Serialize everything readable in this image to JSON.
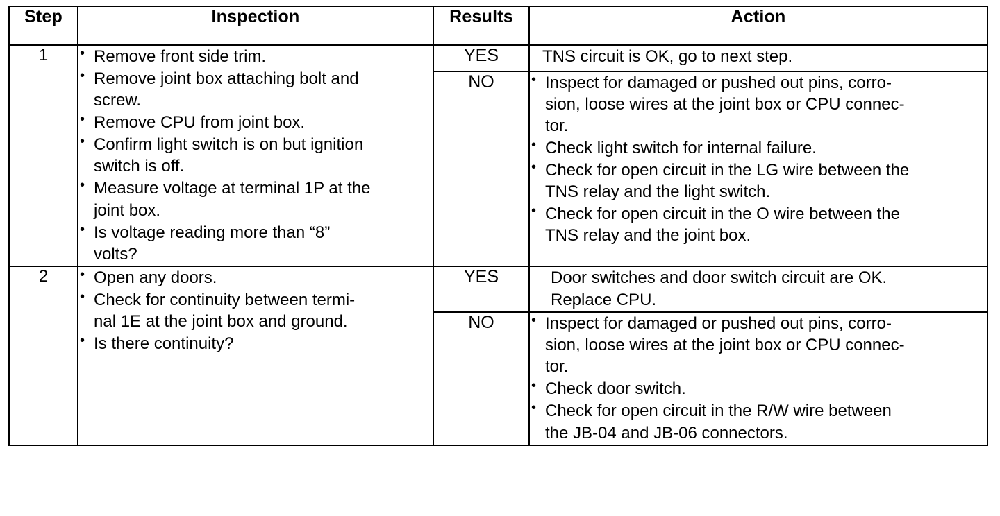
{
  "table": {
    "headers": {
      "step": "Step",
      "inspection": "Inspection",
      "results": "Results",
      "action": "Action"
    },
    "rows": [
      {
        "step": "1",
        "inspection_bullets": [
          {
            "line1": "Remove front side trim."
          },
          {
            "line1": "Remove joint box attaching bolt and",
            "line2": "screw."
          },
          {
            "line1": "Remove CPU from joint box."
          },
          {
            "line1": "Confirm light switch is on but ignition",
            "line2": "switch is off."
          },
          {
            "line1": "Measure voltage at terminal 1P at the",
            "line2": "joint box."
          },
          {
            "line1": "Is voltage reading more than “8”",
            "line2": "volts?"
          }
        ],
        "results": [
          {
            "label": "YES",
            "action_type": "text",
            "action_lines": [
              "TNS circuit is OK, go to next step."
            ]
          },
          {
            "label": "NO",
            "action_type": "bullets",
            "action_bullets": [
              {
                "line1": "Inspect for damaged or pushed out pins, corro-",
                "line2": "sion, loose wires at the joint box or CPU connec-",
                "line3": "tor."
              },
              {
                "line1": "Check light switch for internal failure."
              },
              {
                "line1": "Check for open circuit in the LG wire between the",
                "line2": "TNS relay and the light switch."
              },
              {
                "line1": "Check for open circuit in the O wire between the",
                "line2": "TNS relay and the joint box."
              }
            ]
          }
        ]
      },
      {
        "step": "2",
        "inspection_bullets": [
          {
            "line1": "Open any doors."
          },
          {
            "line1": "Check for continuity between termi-",
            "line2": "nal 1E at the joint box and ground."
          },
          {
            "line1": "Is there continuity?"
          }
        ],
        "results": [
          {
            "label": "YES",
            "action_type": "text-indented",
            "action_lines": [
              "Door switches and door switch circuit are OK.",
              "Replace CPU."
            ]
          },
          {
            "label": "NO",
            "action_type": "bullets",
            "action_bullets": [
              {
                "line1": "Inspect for damaged or pushed out pins, corro-",
                "line2": "sion, loose wires at the joint box or CPU connec-",
                "line3": "tor."
              },
              {
                "line1": "Check door switch."
              },
              {
                "line1": "Check for open circuit in the R/W wire between",
                "line2": "the JB-04 and JB-06 connectors."
              }
            ]
          }
        ]
      }
    ]
  },
  "colors": {
    "ink": "#000000",
    "paper": "#ffffff"
  }
}
